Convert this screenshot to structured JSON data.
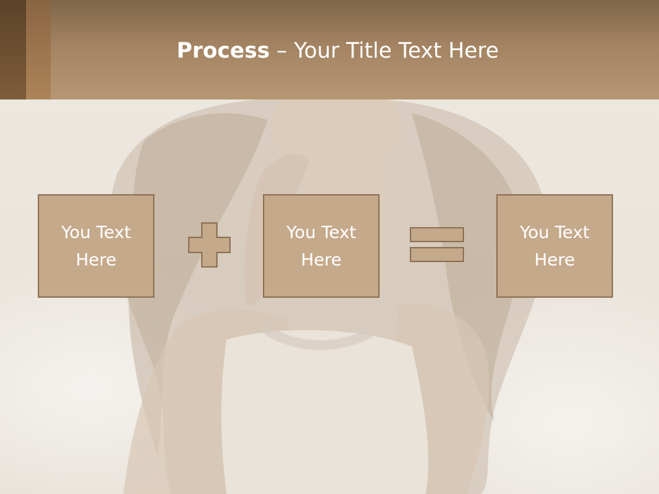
{
  "title": {
    "bold": "Process",
    "rest": " – Your Title Text Here"
  },
  "process": {
    "boxes": [
      {
        "text": "You Text Here"
      },
      {
        "text": "You Text Here"
      },
      {
        "text": "You Text Here"
      }
    ],
    "operators": [
      "plus-icon",
      "equals-icon"
    ]
  },
  "colors": {
    "header": "#a38362",
    "box_fill": "#c5a98b",
    "box_border": "#8e7256",
    "text": "#ffffff",
    "background": "#efebe4"
  }
}
